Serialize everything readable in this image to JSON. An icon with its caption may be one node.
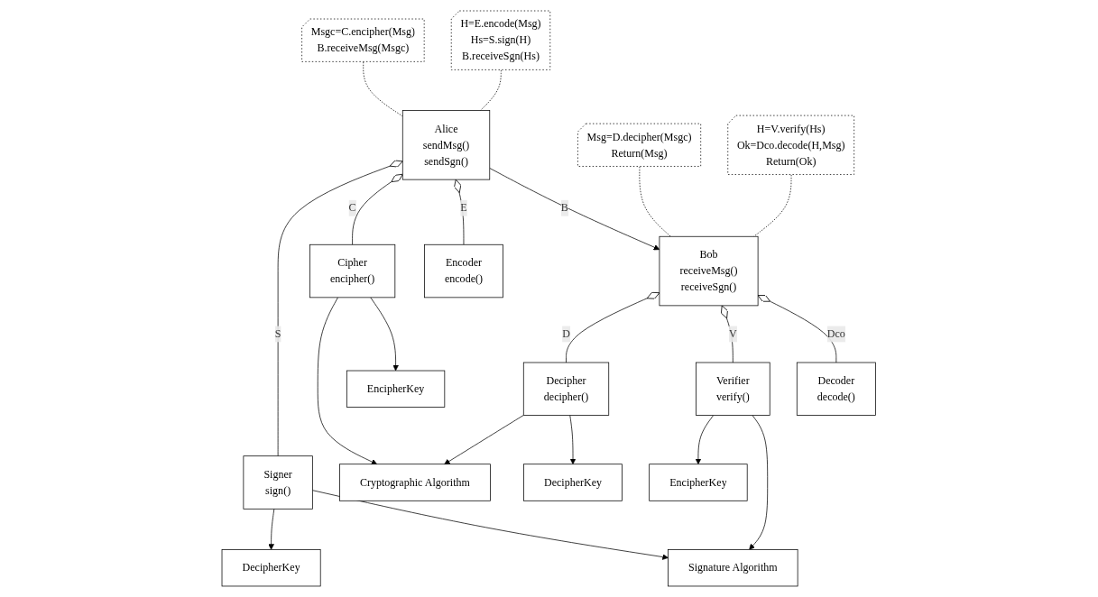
{
  "diagram": {
    "nodes": [
      {
        "text": [
          "H=E.encode(Msg)",
          "Hs=S.sign(H)",
          "B.receiveSgn(Hs)"
        ]
      },
      {
        "text": [
          "Msg=D.decipher(Msgc)",
          "Return(Msg)"
        ]
      },
      {
        "text": [
          "Msgc=C.encipher(Msg)",
          "B.receiveMsg(Msgc)"
        ]
      },
      {
        "text": [
          "H=V.verify(Hs)",
          "Ok=Dco.decode(H,Msg)",
          "Return(Ok)"
        ]
      },
      {
        "text": [
          "Alice",
          "sendMsg()",
          "sendSgn()"
        ]
      },
      {
        "text": [
          "Bob",
          "receiveMsg()",
          "receiveSgn()"
        ]
      },
      {
        "text": [
          "Encoder",
          "encode()"
        ]
      },
      {
        "text": [
          "Decoder",
          "decode()"
        ]
      },
      {
        "text": [
          "Cipher",
          "encipher()"
        ]
      },
      {
        "text": [
          "Signer",
          "sign()"
        ]
      },
      {
        "text": [
          "Signature Algorithm"
        ]
      },
      {
        "text": [
          "Verifier",
          "verify()"
        ]
      },
      {
        "text": [
          "Decipher",
          "decipher()"
        ]
      },
      {
        "text": [
          "EncipherKey"
        ]
      },
      {
        "text": [
          "DecipherKey"
        ]
      },
      {
        "text": [
          "Cryptographic Algorithm"
        ]
      },
      {
        "text": [
          "EncipherKey"
        ]
      },
      {
        "text": [
          "DecipherKey"
        ]
      }
    ],
    "edges": [
      {
        "from": 0,
        "to": 4,
        "arrow": "none",
        "style": "dashed"
      },
      {
        "from": 2,
        "to": 4,
        "arrow": "none",
        "style": "dashed"
      },
      {
        "from": 1,
        "to": 5,
        "arrow": "none",
        "style": "dashed"
      },
      {
        "from": 3,
        "to": 5,
        "arrow": "none",
        "style": "dashed"
      },
      {
        "from": 4,
        "to": 5,
        "arrow": "to",
        "label": "B"
      },
      {
        "from": 6,
        "to": 4,
        "arrow": "other",
        "label": "E"
      },
      {
        "from": 7,
        "to": 5,
        "arrow": "other",
        "label": "Dco"
      },
      {
        "from": 8,
        "to": 4,
        "arrow": "other",
        "label": "C"
      },
      {
        "from": 9,
        "to": 4,
        "arrow": "other",
        "label": "S"
      },
      {
        "from": 11,
        "to": 5,
        "arrow": "other",
        "label": "V"
      },
      {
        "from": 12,
        "to": 5,
        "arrow": "other",
        "label": "D"
      },
      {
        "from": 9,
        "to": 10,
        "arrow": "to"
      },
      {
        "from": 11,
        "to": 10,
        "arrow": "to"
      },
      {
        "from": 8,
        "to": 13,
        "arrow": "to"
      },
      {
        "from": 9,
        "to": 14,
        "arrow": "to"
      },
      {
        "from": 11,
        "to": 16,
        "arrow": "to"
      },
      {
        "from": 12,
        "to": 17,
        "arrow": "to"
      },
      {
        "from": 8,
        "to": 15,
        "arrow": "to"
      },
      {
        "from": 12,
        "to": 15,
        "arrow": "to"
      }
    ]
  }
}
